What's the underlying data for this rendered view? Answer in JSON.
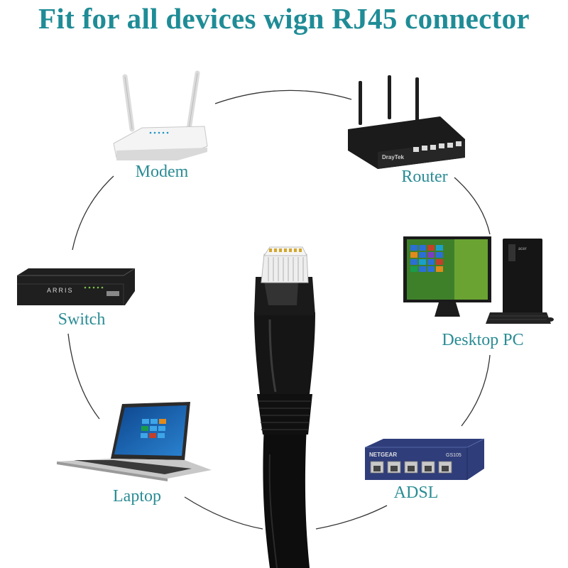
{
  "title": "Fit for all devices wign RJ45 connector",
  "colors": {
    "title": "#1f8c96",
    "label": "#2a8c95",
    "cable": "#0d0d0d"
  },
  "devices": [
    {
      "label": "Modem"
    },
    {
      "label": "Router"
    },
    {
      "label": "Switch"
    },
    {
      "label": "Desktop PC"
    },
    {
      "label": "Laptop"
    },
    {
      "label": "ADSL"
    }
  ],
  "device_text": {
    "router_brand": "DrayTek",
    "switch_brand": "ARRIS",
    "adsl_brand": "NETGEAR",
    "adsl_model": "GS105",
    "pc_brand": "acer"
  }
}
